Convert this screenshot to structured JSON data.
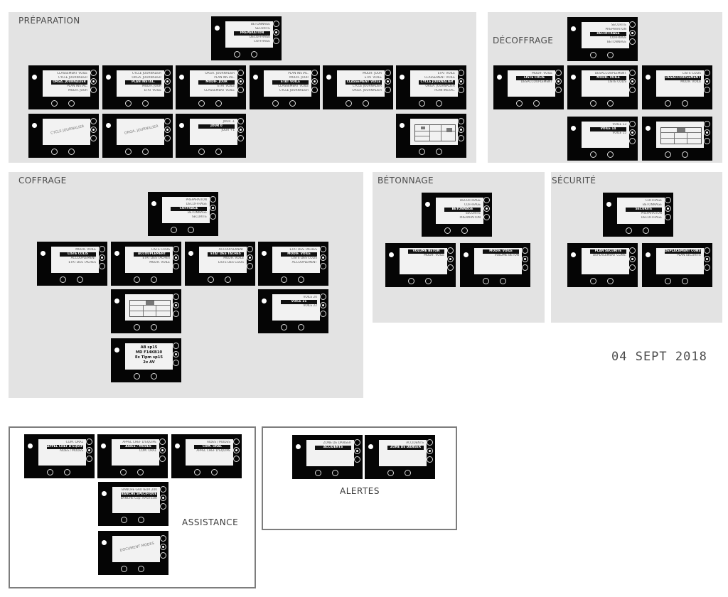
{
  "date": "04 SEPT 2018",
  "sections": {
    "preparation": "PRÉPARATION",
    "decoffrage": "DÉCOFFRAGE",
    "coffrage": "COFFRAGE",
    "betonnage": "BÉTONNAGE",
    "securite": "SÉCURITÉ",
    "assistance": "ASSISTANCE",
    "alertes": "ALERTES"
  },
  "screens": {
    "prep_main": {
      "items": [
        "BÉTONNAGE",
        "SÉCURITÉ",
        "PRÉPARATION",
        "DÉCOFFRAGE",
        "COFFRAGE"
      ],
      "sel": 2
    },
    "prep_1": {
      "items": [
        "CLASSEMENT VOILE",
        "CYCLE JOURNALIER",
        "ORGA. JOURNALIER",
        "PLAN INSTAL.",
        "MODIF. JOUR"
      ],
      "sel": 2
    },
    "prep_2": {
      "items": [
        "CYCLE JOURNALIER",
        "ORGA. JOURNALIER",
        "PLAN INSTAL.",
        "MODIF. JOUR",
        "ÉTAT VOILE"
      ],
      "sel": 2
    },
    "prep_3": {
      "items": [
        "ORGA. JOURNALIER",
        "PLAN INSTAL.",
        "MODIF. JOUR",
        "ÉTAT VOILE",
        "CLASSEMENT VOILE"
      ],
      "sel": 2
    },
    "prep_4": {
      "items": [
        "PLAN INSTAL.",
        "MODIF. JOUR",
        "ÉTAT VOILE",
        "CLASSEMENT VOILE",
        "CYCLE JOURNALIER"
      ],
      "sel": 2
    },
    "prep_5": {
      "items": [
        "MODIF. JOUR",
        "ÉTAT VOILE",
        "CLASSEMENT VOILE",
        "CYCLE JOURNALIER",
        "ORGA. JOURNALIER"
      ],
      "sel": 2
    },
    "prep_6": {
      "items": [
        "ÉTAT VOILE",
        "CLASSEMENT VOILE",
        "CYCLE JOURNALIER",
        "ORGA. JOURNALIER",
        "PLAN INSTAL."
      ],
      "sel": 2
    },
    "prep_7": {
      "text": "CYCLE JOURNALIER"
    },
    "prep_8": {
      "text": "ORGA. JOURNALIER"
    },
    "prep_9": {
      "items": [
        "JOUR -1",
        "JOUR 0",
        "JOUR +1"
      ],
      "sel": 1
    },
    "deco_main": {
      "items": [
        "SÉCURITÉ",
        "PRÉPARATION",
        "DÉCOFFRAGE",
        "COFFRAGE",
        "BÉTONNAGE"
      ],
      "sel": 2
    },
    "deco_1": {
      "items": [
        "MODIF. VOILE",
        "LISTE COLIS",
        "DÉSACCOUPLEMENT"
      ],
      "sel": 1
    },
    "deco_2": {
      "items": [
        "DÉSACCOUPLEMENT",
        "MODIF. VOILE",
        "LISTE COLIS"
      ],
      "sel": 1
    },
    "deco_3": {
      "items": [
        "LISTE COLIS",
        "DÉSACCOUPLEMENT",
        "MODIF. VOILE"
      ],
      "sel": 1
    },
    "deco_4": {
      "items": [
        "VOILE 13",
        "VOILE 14",
        "VOILE 15"
      ],
      "sel": 1
    },
    "coff_main": {
      "items": [
        "PRÉPARATION",
        "DÉCOFFRAGE",
        "COFFRAGE",
        "BÉTONNAGE",
        "SÉCURITÉ"
      ],
      "sel": 2
    },
    "coff_1": {
      "items": [
        "MODIF. VOILE",
        "LISTE COLIS",
        "ACCOUPLEMENT",
        "ÉTAT DES TACHES"
      ],
      "sel": 1
    },
    "coff_2": {
      "items": [
        "LISTE COLIS",
        "ACCOUPLEMENT",
        "ÉTAT DES TACHES",
        "MODIF. VOILE"
      ],
      "sel": 1
    },
    "coff_3": {
      "items": [
        "ACCOUPLEMENT",
        "ÉTAT DES TACHES",
        "MODIF. VOILE",
        "LISTE DES COLIS"
      ],
      "sel": 1
    },
    "coff_4": {
      "items": [
        "ÉTAT DES TACHES",
        "MODIF. VOILE",
        "LISTE DES COLIS",
        "ACCOUPLEMENT"
      ],
      "sel": 1
    },
    "coff_5": {
      "items": [
        "VOILE 20",
        "VOILE 21",
        "VOILE 22"
      ],
      "sel": 1
    },
    "coff_6": {
      "lines": [
        "AB sp15",
        "MD F14KB10",
        "Ex Tîpm sp15",
        "2x AV"
      ]
    },
    "beto_main": {
      "items": [
        "DÉCOFFRAGE",
        "COFFRAGE",
        "BÉTONNAGE",
        "SÉCURITÉ",
        "PRÉPARATION"
      ],
      "sel": 2
    },
    "beto_1": {
      "items": [
        "VOLUME BÉTON",
        "MODIF. VOILE"
      ],
      "sel": 0
    },
    "beto_2": {
      "items": [
        "MODIF. VOILE",
        "VOLUME BÉTON"
      ],
      "sel": 0
    },
    "secu_main": {
      "items": [
        "COFFRAGE",
        "BÉTONNAGE",
        "SÉCURITÉ",
        "PRÉPARATION",
        "DÉCOFFRAGE"
      ],
      "sel": 2
    },
    "secu_1": {
      "items": [
        "PLAN SÉCURITÉ",
        "DÉPLACEMENT CONS."
      ],
      "sel": 0
    },
    "secu_2": {
      "items": [
        "DÉPLACEMENT CONS.",
        "PLAN SÉCURITÉ"
      ],
      "sel": 0
    },
    "assi_1": {
      "items": [
        "COM. ORAL",
        "APPEL CHEF D'ÉQUIPE",
        "AIDES / MODES"
      ],
      "sel": 1
    },
    "assi_2": {
      "items": [
        "APPEL CHEF D'ÉQUIPE",
        "AIDES / MODES",
        "COM. ORAL"
      ],
      "sel": 1
    },
    "assi_3": {
      "items": [
        "AIDES / MODES",
        "COM. ORAL",
        "APPEL CHEF D'ÉQUIPE"
      ],
      "sel": 1
    },
    "assi_4": {
      "items": [
        "BANCHE GAUTEUR 200",
        "BANCHE SPÉCIFIQUE",
        "BANCHE Cop. HAUTEUR"
      ],
      "sel": 1
    },
    "assi_5": {
      "text": "DOCUMENT MODES"
    },
    "aler_1": {
      "items": [
        "ZONE DE DANGER",
        "ACCIDENTS"
      ],
      "sel": 1
    },
    "aler_2": {
      "items": [
        "ACCIDENTS",
        "ZONE DE DANGER"
      ],
      "sel": 1
    },
    "prep_plan": {
      "kind": "floor-plan"
    },
    "deco_grid": {
      "kind": "table-screen"
    },
    "coff_grid": {
      "kind": "table-screen"
    }
  }
}
